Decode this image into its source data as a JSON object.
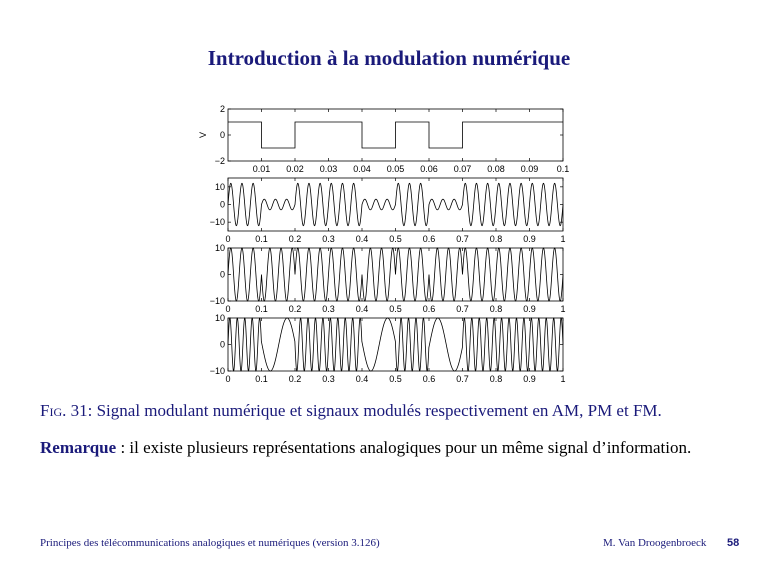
{
  "slide": {
    "title": "Introduction à la modulation numérique",
    "caption_prefix": "Fig. 31:",
    "caption_text": " Signal modulant numérique et signaux modulés respectivement en AM, PM et FM.",
    "remark_label": "Remarque",
    "remark_text": " : il existe plusieurs représentations analogiques pour un même signal d’information.",
    "footer_left": "Principes des télécommunications analogiques et numériques (version 3.126)",
    "footer_author": "M. Van Droogenbroeck",
    "page_number": "58"
  },
  "chart_data": [
    {
      "type": "line",
      "title": "",
      "ylabel": "V",
      "xlim": [
        0,
        0.1
      ],
      "ylim": [
        -2,
        2
      ],
      "xticks": [
        "0.01",
        "0.02",
        "0.03",
        "0.04",
        "0.05",
        "0.06",
        "0.07",
        "0.08",
        "0.09",
        "0.1"
      ],
      "yticks": [
        "2",
        "0",
        "−2"
      ],
      "bits": [
        1,
        0,
        1,
        1,
        0,
        1,
        0,
        1,
        1,
        1
      ],
      "high": 1,
      "low": -1
    },
    {
      "type": "line",
      "title": "",
      "xlim": [
        0,
        1
      ],
      "ylim": [
        -15,
        15
      ],
      "xticks": [
        "0",
        "0.1",
        "0.2",
        "0.3",
        "0.4",
        "0.5",
        "0.6",
        "0.7",
        "0.8",
        "0.9",
        "1"
      ],
      "yticks": [
        "10",
        "0",
        "−10"
      ],
      "carrier_cycles": 30,
      "amp_one": 12,
      "amp_zero": 3
    },
    {
      "type": "line",
      "title": "",
      "xlim": [
        0,
        1
      ],
      "ylim": [
        -10,
        10
      ],
      "xticks": [
        "0",
        "0.1",
        "0.2",
        "0.3",
        "0.4",
        "0.5",
        "0.6",
        "0.7",
        "0.8",
        "0.9",
        "1"
      ],
      "yticks": [
        "10",
        "0",
        "−10"
      ],
      "carrier_cycles": 30,
      "amplitude": 10
    },
    {
      "type": "line",
      "title": "",
      "xlim": [
        0,
        1
      ],
      "ylim": [
        -10,
        10
      ],
      "xticks": [
        "0",
        "0.1",
        "0.2",
        "0.3",
        "0.4",
        "0.5",
        "0.6",
        "0.7",
        "0.8",
        "0.9",
        "1"
      ],
      "yticks": [
        "10",
        "0",
        "−10"
      ],
      "freq_one": 45,
      "freq_zero": 10,
      "amplitude": 10
    }
  ]
}
